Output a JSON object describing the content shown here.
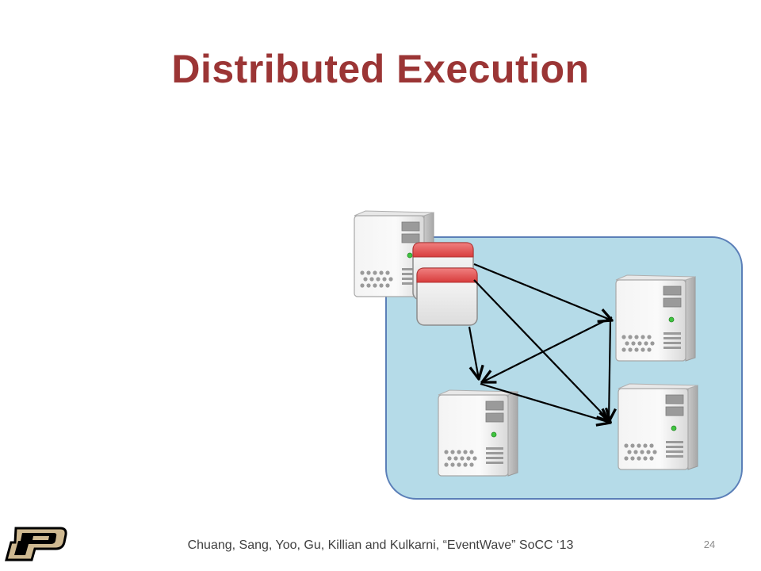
{
  "slide": {
    "title": "Distributed Execution",
    "footer_citation": "Chuang, Sang, Yoo, Gu, Killian and Kulkarni, “EventWave” SoCC ‘13",
    "page_number": "24"
  },
  "diagram": {
    "servers": [
      "origin-server",
      "server-top-right",
      "server-bottom-left",
      "server-bottom-right"
    ],
    "event_cards": 2,
    "arrows": [
      {
        "from": "event-cards",
        "to": "server-top-right"
      },
      {
        "from": "event-cards",
        "to": "server-bottom-right"
      },
      {
        "from": "event-cards",
        "to": "server-bottom-left"
      },
      {
        "from": "server-top-right",
        "to": "server-bottom-left"
      },
      {
        "from": "server-bottom-left",
        "to": "server-bottom-right"
      },
      {
        "from": "server-top-right",
        "to": "server-bottom-right"
      }
    ],
    "colors": {
      "cluster_fill": "#b5dbe8",
      "cluster_stroke": "#5b7fb8",
      "card_header": "#e05050",
      "title": "#9b3535"
    }
  }
}
